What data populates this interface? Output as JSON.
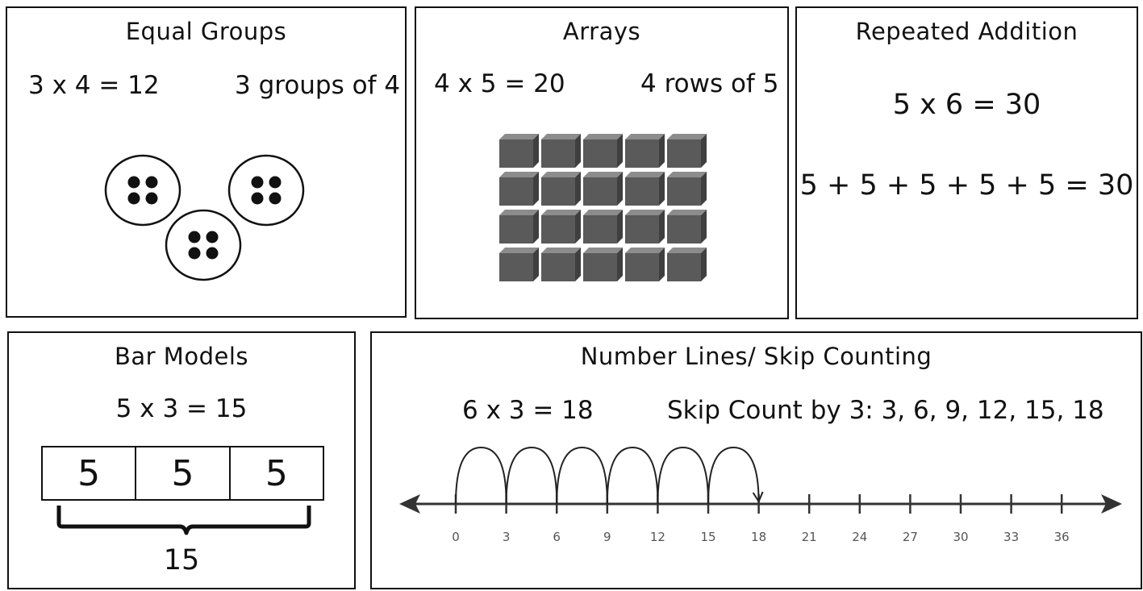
{
  "equal_groups": {
    "title": "Equal Groups",
    "equation": "3 x 4 = 12",
    "description": "3 groups of 4",
    "groups": 3,
    "dots_per_group": 4
  },
  "arrays": {
    "title": "Arrays",
    "equation": "4 x 5 = 20",
    "description": "4 rows of 5",
    "rows": 4,
    "columns": 5
  },
  "repeated_addition": {
    "title": "Repeated Addition",
    "equation": "5 x 6 = 30",
    "addition": "5 + 5 + 5 + 5 + 5 = 30"
  },
  "bar_models": {
    "title": "Bar Models",
    "equation": "5 x 3 = 15",
    "bars": [
      "5",
      "5",
      "5"
    ],
    "total": "15"
  },
  "number_lines": {
    "title": "Number Lines/ Skip Counting",
    "equation": "6 x 3 = 18",
    "skip_count": "Skip Count by 3: 3, 6, 9, 12, 15, 18",
    "ticks": [
      "0",
      "3",
      "6",
      "9",
      "12",
      "15",
      "18",
      "21",
      "24",
      "27",
      "30",
      "33",
      "36"
    ],
    "jumps": 6
  },
  "colors": {
    "ink": "#111111",
    "cube_front": "#5a5a5a",
    "cube_top": "#8c8c8c",
    "cube_side": "#3f3f3f",
    "tick_label": "#555555"
  }
}
